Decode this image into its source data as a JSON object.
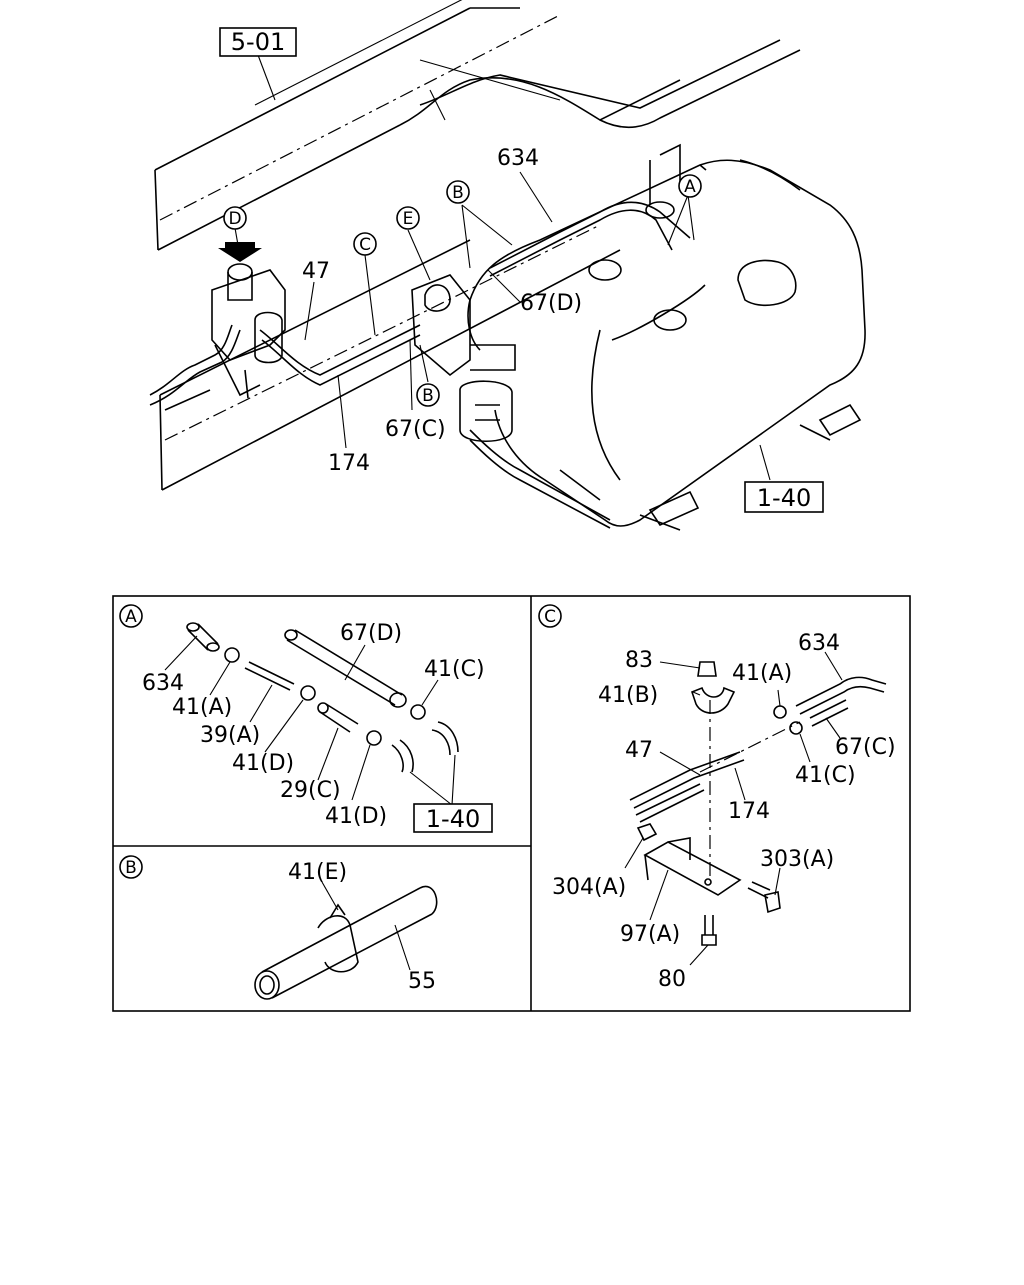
{
  "top": {
    "ref_boxes": {
      "frame": "5-01",
      "tank": "1-40"
    },
    "circle_labels": {
      "d": "D",
      "c": "C",
      "e": "E",
      "b1": "B",
      "b2": "B",
      "a": "A"
    },
    "part_labels": {
      "p634": "634",
      "p47": "47",
      "p67d": "67(D)",
      "p67c": "67(C)",
      "p174": "174"
    }
  },
  "panel_a": {
    "tag": "A",
    "labels": [
      "634",
      "41(A)",
      "39(A)",
      "41(D)",
      "29(C)",
      "41(D)",
      "67(D)",
      "41(C)"
    ],
    "ref_box": "1-40"
  },
  "panel_b": {
    "tag": "B",
    "labels": [
      "41(E)",
      "55"
    ]
  },
  "panel_c": {
    "tag": "C",
    "labels": [
      "83",
      "41(A)",
      "41(B)",
      "634",
      "47",
      "67(C)",
      "41(C)",
      "174",
      "303(A)",
      "304(A)",
      "97(A)",
      "80"
    ]
  }
}
